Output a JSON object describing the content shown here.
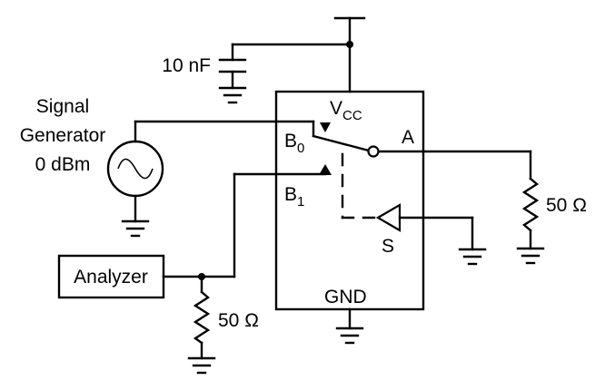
{
  "diagram": {
    "capacitor_label": "10 nF",
    "generator_label": [
      "Signal",
      "Generator",
      "0 dBm"
    ],
    "ic_labels": {
      "vcc": "V",
      "vcc_sub": "CC",
      "b0": "B",
      "b0_sub": "0",
      "b1": "B",
      "b1_sub": "1",
      "a": "A",
      "s": "S",
      "gnd": "GND"
    },
    "analyzer_label": "Analyzer",
    "load_resistor_label": "50 Ω",
    "analyzer_resistor_label": "50 Ω"
  }
}
